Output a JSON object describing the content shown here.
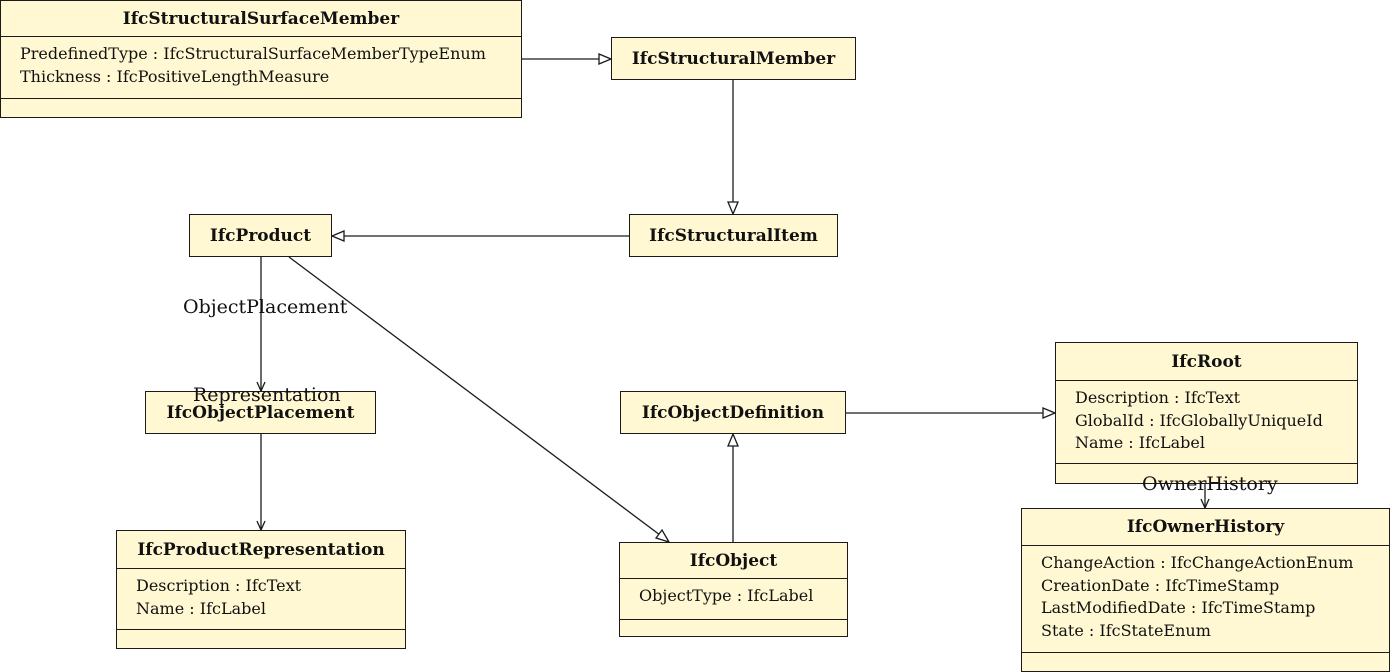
{
  "classes": {
    "surface_member": {
      "name": "IfcStructuralSurfaceMember",
      "attributes": [
        "PredefinedType : IfcStructuralSurfaceMemberTypeEnum",
        "Thickness : IfcPositiveLengthMeasure"
      ]
    },
    "structural_member": {
      "name": "IfcStructuralMember"
    },
    "structural_item": {
      "name": "IfcStructuralItem"
    },
    "product": {
      "name": "IfcProduct"
    },
    "object_placement": {
      "name": "IfcObjectPlacement"
    },
    "product_representation": {
      "name": "IfcProductRepresentation",
      "attributes": [
        "Description : IfcText",
        "Name : IfcLabel"
      ]
    },
    "object_definition": {
      "name": "IfcObjectDefinition"
    },
    "object": {
      "name": "IfcObject",
      "attributes": [
        "ObjectType : IfcLabel"
      ]
    },
    "root": {
      "name": "IfcRoot",
      "attributes": [
        "Description : IfcText",
        "GlobalId : IfcGloballyUniqueId",
        "Name : IfcLabel"
      ]
    },
    "owner_history": {
      "name": "IfcOwnerHistory",
      "attributes": [
        "ChangeAction : IfcChangeActionEnum",
        "CreationDate : IfcTimeStamp",
        "LastModifiedDate : IfcTimeStamp",
        "State : IfcStateEnum"
      ]
    }
  },
  "associations": {
    "object_placement_role": "ObjectPlacement",
    "representation_role": "Representation",
    "owner_history_role": "OwnerHistory"
  }
}
